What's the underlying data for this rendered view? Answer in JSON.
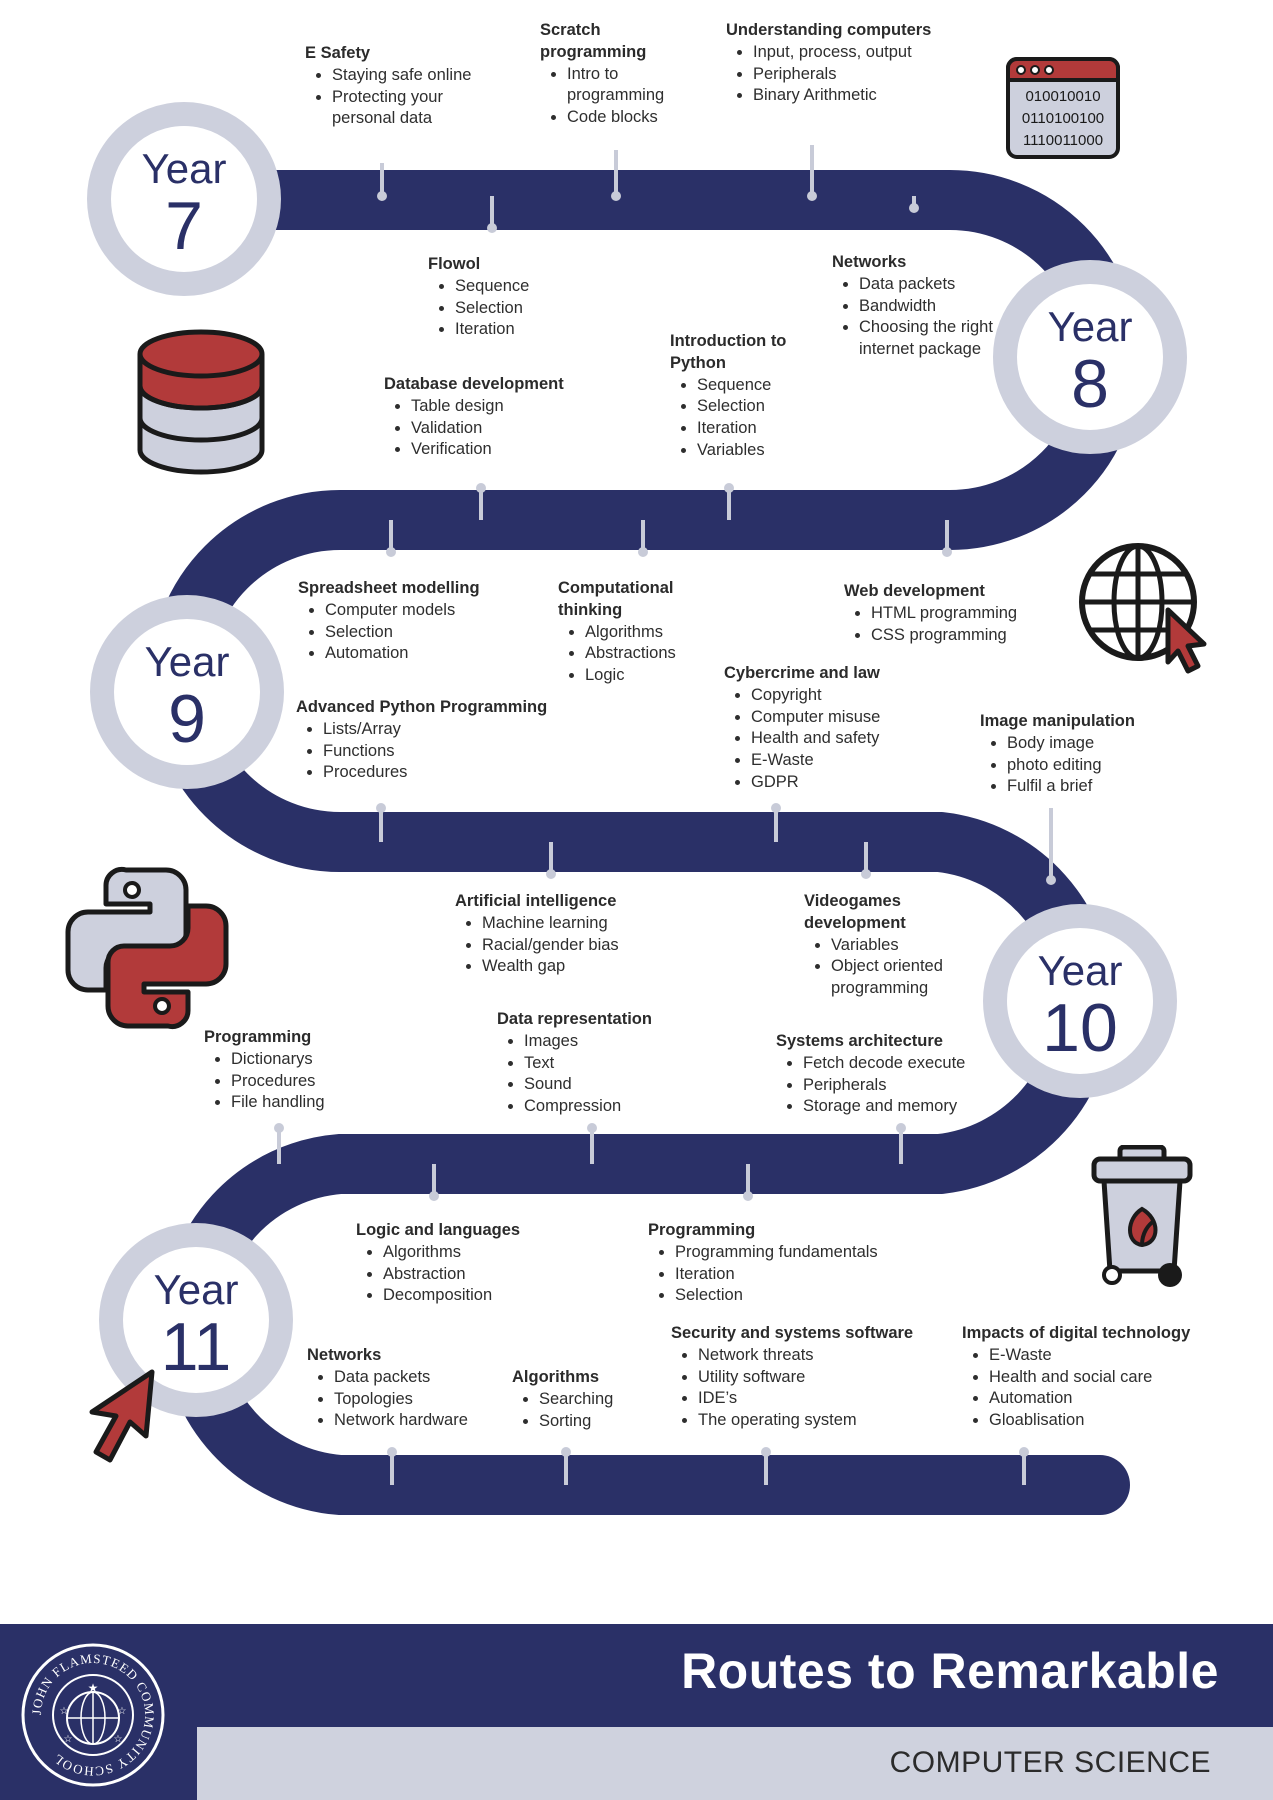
{
  "years": [
    {
      "id": "y7",
      "word": "Year",
      "number": "7"
    },
    {
      "id": "y8",
      "word": "Year",
      "number": "8"
    },
    {
      "id": "y9",
      "word": "Year",
      "number": "9"
    },
    {
      "id": "y10",
      "word": "Year",
      "number": "10"
    },
    {
      "id": "y11",
      "word": "Year",
      "number": "11"
    }
  ],
  "topics": [
    {
      "id": "e-safety",
      "title": "E Safety",
      "items": [
        "Staying safe online",
        "Protecting your personal data"
      ]
    },
    {
      "id": "scratch",
      "title": "Scratch programming",
      "items": [
        "Intro to programming",
        "Code blocks"
      ]
    },
    {
      "id": "understanding-computers",
      "title": "Understanding computers",
      "items": [
        "Input, process, output",
        "Peripherals",
        "Binary Arithmetic"
      ]
    },
    {
      "id": "flowol",
      "title": "Flowol",
      "items": [
        "Sequence",
        "Selection",
        "Iteration"
      ]
    },
    {
      "id": "networks-y8",
      "title": "Networks",
      "items": [
        "Data packets",
        "Bandwidth",
        "Choosing the right internet package"
      ]
    },
    {
      "id": "intro-python",
      "title": "Introduction to Python",
      "items": [
        "Sequence",
        "Selection",
        "Iteration",
        "Variables"
      ]
    },
    {
      "id": "database",
      "title": "Database development",
      "items": [
        "Table design",
        "Validation",
        "Verification"
      ]
    },
    {
      "id": "spreadsheet",
      "title": "Spreadsheet modelling",
      "items": [
        "Computer models",
        "Selection",
        "Automation"
      ]
    },
    {
      "id": "computational-thinking",
      "title": "Computational thinking",
      "items": [
        "Algorithms",
        "Abstractions",
        "Logic"
      ]
    },
    {
      "id": "web-dev",
      "title": "Web development",
      "items": [
        "HTML programming",
        "CSS programming"
      ]
    },
    {
      "id": "advanced-python",
      "title": "Advanced Python Programming",
      "items": [
        "Lists/Array",
        "Functions",
        "Procedures"
      ]
    },
    {
      "id": "cybercrime",
      "title": "Cybercrime and law",
      "items": [
        "Copyright",
        "Computer misuse",
        "Health and safety",
        "E-Waste",
        "GDPR"
      ]
    },
    {
      "id": "image-manipulation",
      "title": "Image manipulation",
      "items": [
        "Body image",
        "photo editing",
        "Fulfil a brief"
      ]
    },
    {
      "id": "ai",
      "title": "Artificial intelligence",
      "items": [
        "Machine learning",
        "Racial/gender bias",
        "Wealth gap"
      ]
    },
    {
      "id": "videogames",
      "title": "Videogames development",
      "items": [
        "Variables",
        "Object oriented programming"
      ]
    },
    {
      "id": "programming-y10",
      "title": "Programming",
      "items": [
        "Dictionarys",
        "Procedures",
        "File handling"
      ]
    },
    {
      "id": "data-representation",
      "title": "Data representation",
      "items": [
        "Images",
        "Text",
        "Sound",
        "Compression"
      ]
    },
    {
      "id": "systems-architecture",
      "title": "Systems architecture",
      "items": [
        "Fetch decode execute",
        "Peripherals",
        "Storage and memory"
      ]
    },
    {
      "id": "logic-languages",
      "title": "Logic and languages",
      "items": [
        "Algorithms",
        "Abstraction",
        "Decomposition"
      ]
    },
    {
      "id": "programming-y11",
      "title": "Programming",
      "items": [
        "Programming fundamentals",
        "Iteration",
        "Selection"
      ]
    },
    {
      "id": "networks-y11",
      "title": "Networks",
      "items": [
        "Data packets",
        "Topologies",
        "Network hardware"
      ]
    },
    {
      "id": "algorithms",
      "title": "Algorithms",
      "items": [
        "Searching",
        "Sorting"
      ]
    },
    {
      "id": "security-systems",
      "title": "Security and systems software",
      "items": [
        "Network threats",
        "Utility software",
        "IDE’s",
        "The operating system"
      ]
    },
    {
      "id": "impacts",
      "title": "Impacts of digital technology",
      "items": [
        "E-Waste",
        "Health and social care",
        "Automation",
        "Gloablisation"
      ]
    }
  ],
  "icons": {
    "binary_window": {
      "name": "binary-window-icon",
      "lines": [
        "010010010",
        "0110100100",
        "1110011000"
      ]
    },
    "database": {
      "name": "database-icon"
    },
    "globe_cursor": {
      "name": "globe-cursor-icon"
    },
    "python": {
      "name": "python-logo-icon"
    },
    "recycle_bin": {
      "name": "recycle-bin-icon"
    },
    "cursor": {
      "name": "cursor-arrow-icon"
    }
  },
  "colors": {
    "road": "#2a3067",
    "ring": "#cdd0dd",
    "accent_red": "#b23a3a",
    "pin": "#c8cbd8"
  },
  "footer": {
    "title": "Routes to Remarkable",
    "subject": "COMPUTER SCIENCE",
    "logo_name": "school-crest-logo",
    "logo_text": "JOHN FLAMSTEED COMMUNITY SCHOOL"
  }
}
